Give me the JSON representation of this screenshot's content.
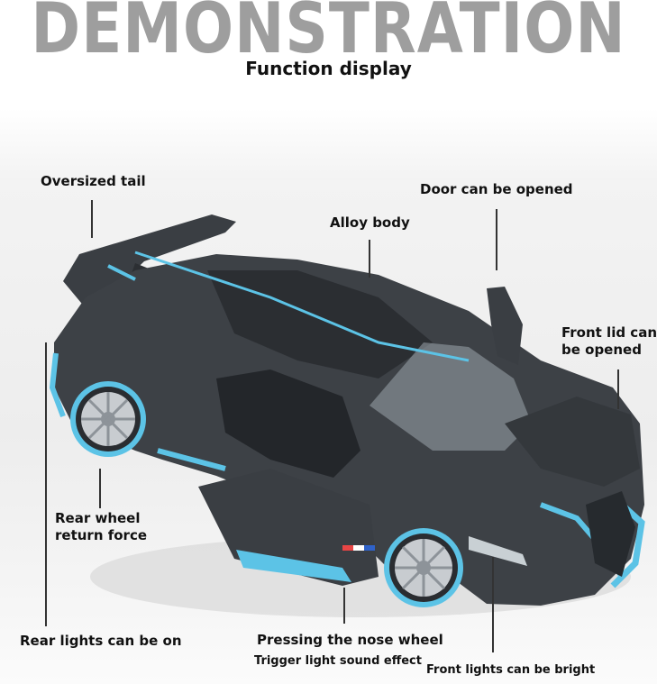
{
  "banner": "DEMONSTRATION",
  "subtitle": "Function display",
  "labels": {
    "oversized_tail": "Oversized tail",
    "alloy_body": "Alloy body",
    "door_opened": "Door can be opened",
    "front_lid_1": "Front lid can",
    "front_lid_2": "be opened",
    "rear_wheel_1": "Rear wheel",
    "rear_wheel_2": "return force",
    "rear_lights": "Rear lights can be on",
    "nose_wheel": "Pressing the nose wheel",
    "trigger_light": "Trigger light sound effect",
    "front_lights": "Front lights can be bright"
  },
  "colors": {
    "car_body": "#3d4146",
    "accent": "#5cc3e6",
    "banner": "#9e9e9e"
  }
}
